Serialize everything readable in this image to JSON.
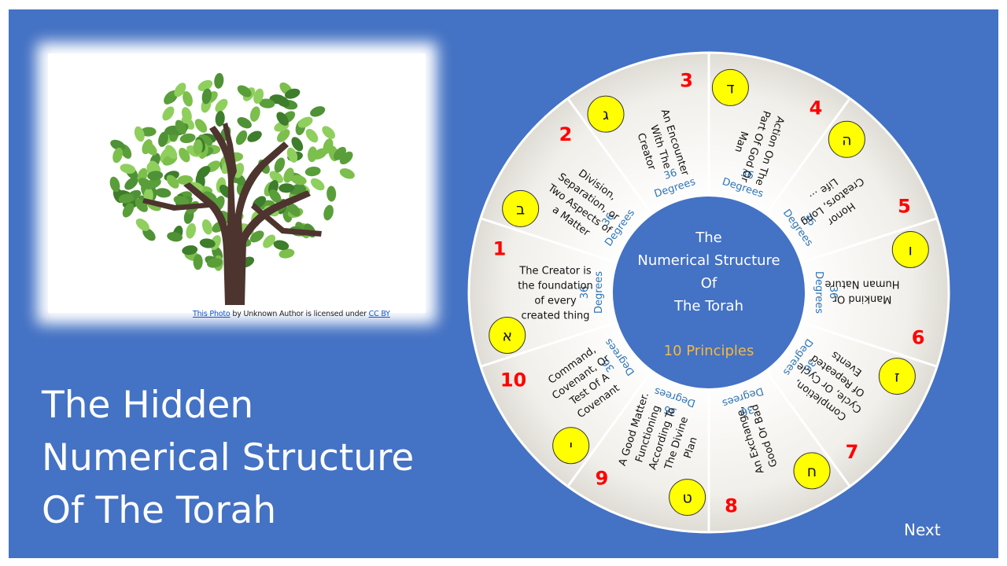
{
  "slide": {
    "title_lines": [
      "The Hidden",
      "Numerical Structure",
      "Of The Torah"
    ],
    "next_label": "Next",
    "photo_credit": {
      "link_text": "This Photo",
      "middle_text": " by Unknown Author is licensed under ",
      "license_text": "CC BY"
    }
  },
  "wheel": {
    "center_lines": [
      "The",
      "Numerical Structure",
      "Of",
      "The Torah"
    ],
    "center_subtitle": "10 Principles",
    "degree_label": [
      "36",
      "Degrees"
    ],
    "colors": {
      "slide_bg": "#4472c4",
      "hub": "#4472c4",
      "segment_fill": "#f2f0eb",
      "letter_circle": "#ffff00",
      "number_red": "#ff0000",
      "degrees_blue": "#2e75b6",
      "subtitle_gold": "#f4b942"
    },
    "segments": [
      {
        "number": "1",
        "letter": "א",
        "lines": [
          "The Creator is",
          "the foundation",
          "of every",
          "created thing"
        ]
      },
      {
        "number": "2",
        "letter": "ב",
        "lines": [
          "Division,",
          "Separation, or",
          "Two Aspects of",
          "a Matter"
        ]
      },
      {
        "number": "3",
        "letter": "ג",
        "lines": [
          "An Encounter",
          "With The",
          "Creator"
        ]
      },
      {
        "number": "4",
        "letter": "ד",
        "lines": [
          "Action On The",
          "Part Of God Or",
          "Man"
        ]
      },
      {
        "number": "5",
        "letter": "ה",
        "lines": [
          "Honor",
          "Creators, Long",
          "Life ..."
        ]
      },
      {
        "number": "6",
        "letter": "ו",
        "lines": [
          "Mankind Or",
          "Human Nature"
        ]
      },
      {
        "number": "7",
        "letter": "ז",
        "lines": [
          "Completion,",
          "Cycle, Or Cycle",
          "Of Repeated",
          "Events"
        ]
      },
      {
        "number": "8",
        "letter": "ח",
        "lines": [
          "An Exchange,",
          "Good Or Bad"
        ]
      },
      {
        "number": "9",
        "letter": "ט",
        "lines": [
          "A Good Matter.",
          "Functioning",
          "According To",
          "The Divine",
          "Plan"
        ]
      },
      {
        "number": "10",
        "letter": "י",
        "lines": [
          "Command,",
          "Covenant, Or",
          "Test Of A",
          "Covenant"
        ]
      }
    ]
  }
}
